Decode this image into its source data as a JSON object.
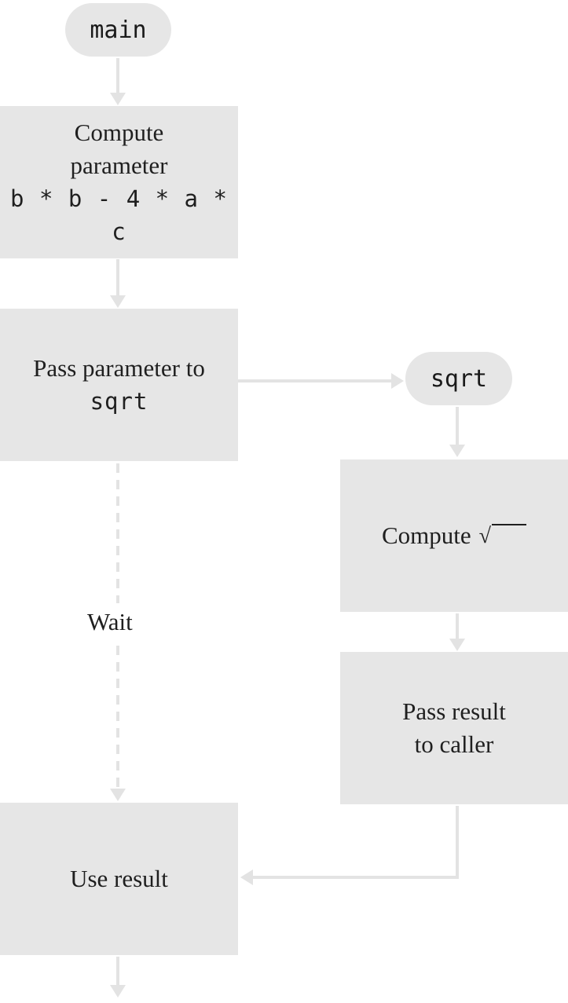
{
  "nodes": {
    "main": "main",
    "compute_line1": "Compute",
    "compute_line2": "parameter",
    "compute_expr": "b * b - 4 * a * c",
    "pass_line1": "Pass parameter to",
    "pass_func": "sqrt",
    "sqrt": "sqrt",
    "compute_sqrt": "Compute",
    "pass_result_line1": "Pass result",
    "pass_result_line2": "to caller",
    "use_result": "Use result"
  },
  "labels": {
    "wait": "Wait"
  },
  "colors": {
    "node_fill": "#e6e6e6",
    "arrow": "#e3e3e3",
    "text": "#1f1f1f"
  }
}
